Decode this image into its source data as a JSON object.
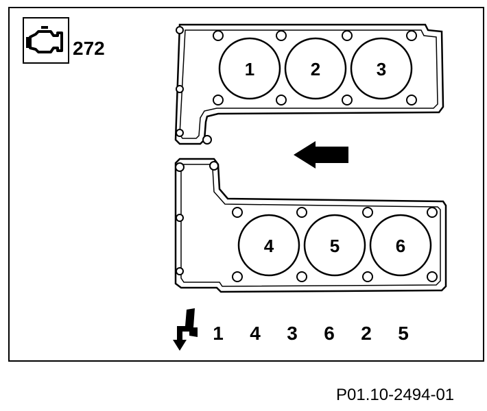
{
  "engine_badge": {
    "icon": "engine-icon",
    "code": "272"
  },
  "cylinder_banks": [
    {
      "cylinders": [
        "1",
        "2",
        "3"
      ]
    },
    {
      "cylinders": [
        "4",
        "5",
        "6"
      ]
    }
  ],
  "direction_arrow": {
    "icon": "arrow-left-icon"
  },
  "firing_order": {
    "icon": "ignition-spark-icon",
    "sequence": [
      "1",
      "4",
      "3",
      "6",
      "2",
      "5"
    ]
  },
  "figure_reference": "P01.10-2494-01",
  "colors": {
    "line": "#000000",
    "background": "#ffffff"
  }
}
